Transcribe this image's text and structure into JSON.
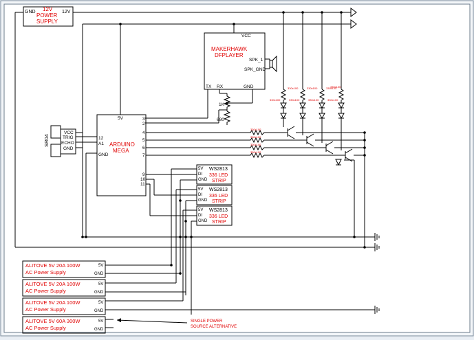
{
  "power_supply_12v": {
    "title_line1": "12V",
    "title_line2": "POWER",
    "title_line3": "SUPPLY",
    "pin_gnd": "GND",
    "pin_12v": "12V"
  },
  "dfplayer": {
    "title_line1": "MAKERHAWK",
    "title_line2": "DFPLAYER",
    "pin_vcc": "VCC",
    "pin_spk1": "SPK_1",
    "pin_spkgnd": "SPK_GND",
    "pin_tx": "TX",
    "pin_rx": "RX",
    "pin_gnd": "GND"
  },
  "divider": {
    "r1": "1K",
    "r2": "680"
  },
  "arduino": {
    "title_line1": "ARDUINO",
    "title_line2": "MEGA",
    "pin_5v": "5V",
    "pin_12": "12",
    "pin_a1": "A1",
    "pin_gnd": "GND",
    "right_pins": [
      "3",
      "2",
      "4",
      "5",
      "6",
      "7",
      "9",
      "10",
      "11"
    ]
  },
  "sr04": {
    "label": "SR04",
    "pins": [
      "VCC",
      "TRIG",
      "ECHO",
      "GND"
    ]
  },
  "led_resistors": [
    "330x100",
    "330x100",
    "330x100",
    "330x100"
  ],
  "led_resistors_lower": [
    "330x100",
    "330x100",
    "330x100",
    "330x100"
  ],
  "transistor_resistors": [
    "330x100",
    "330x100",
    "330x100",
    "330x100"
  ],
  "strips": [
    {
      "pin_5v": "5V",
      "pin_di": "DI",
      "pin_gnd": "GND",
      "name": "WS2813",
      "line1": "336 LED",
      "line2": "STRIP"
    },
    {
      "pin_5v": "5V",
      "pin_di": "DI",
      "pin_gnd": "GND",
      "name": "WS2813",
      "line1": "336 LED",
      "line2": "STRIP"
    },
    {
      "pin_5v": "5V",
      "pin_di": "DI",
      "pin_gnd": "GND",
      "name": "WS2813",
      "line1": "336 LED",
      "line2": "STRIP"
    }
  ],
  "supplies": [
    {
      "line1": "ALITOVE 5V 20A 100W",
      "line2": "AC Power Supply",
      "pin_5v": "5V",
      "pin_gnd": "GND"
    },
    {
      "line1": "ALITOVE 5V 20A 100W",
      "line2": "AC Power Supply",
      "pin_5v": "5V",
      "pin_gnd": "GND"
    },
    {
      "line1": "ALITOVE 5V 20A 100W",
      "line2": "AC Power Supply",
      "pin_5v": "5V",
      "pin_gnd": "GND"
    },
    {
      "line1": "ALITOVE 5V 60A 300W",
      "line2": "AC Power Supply",
      "pin_5v": "5V",
      "pin_gnd": "GND"
    }
  ],
  "note": {
    "line1": "SINGLE POWER",
    "line2": "SOURCE ALTERNATIVE"
  }
}
